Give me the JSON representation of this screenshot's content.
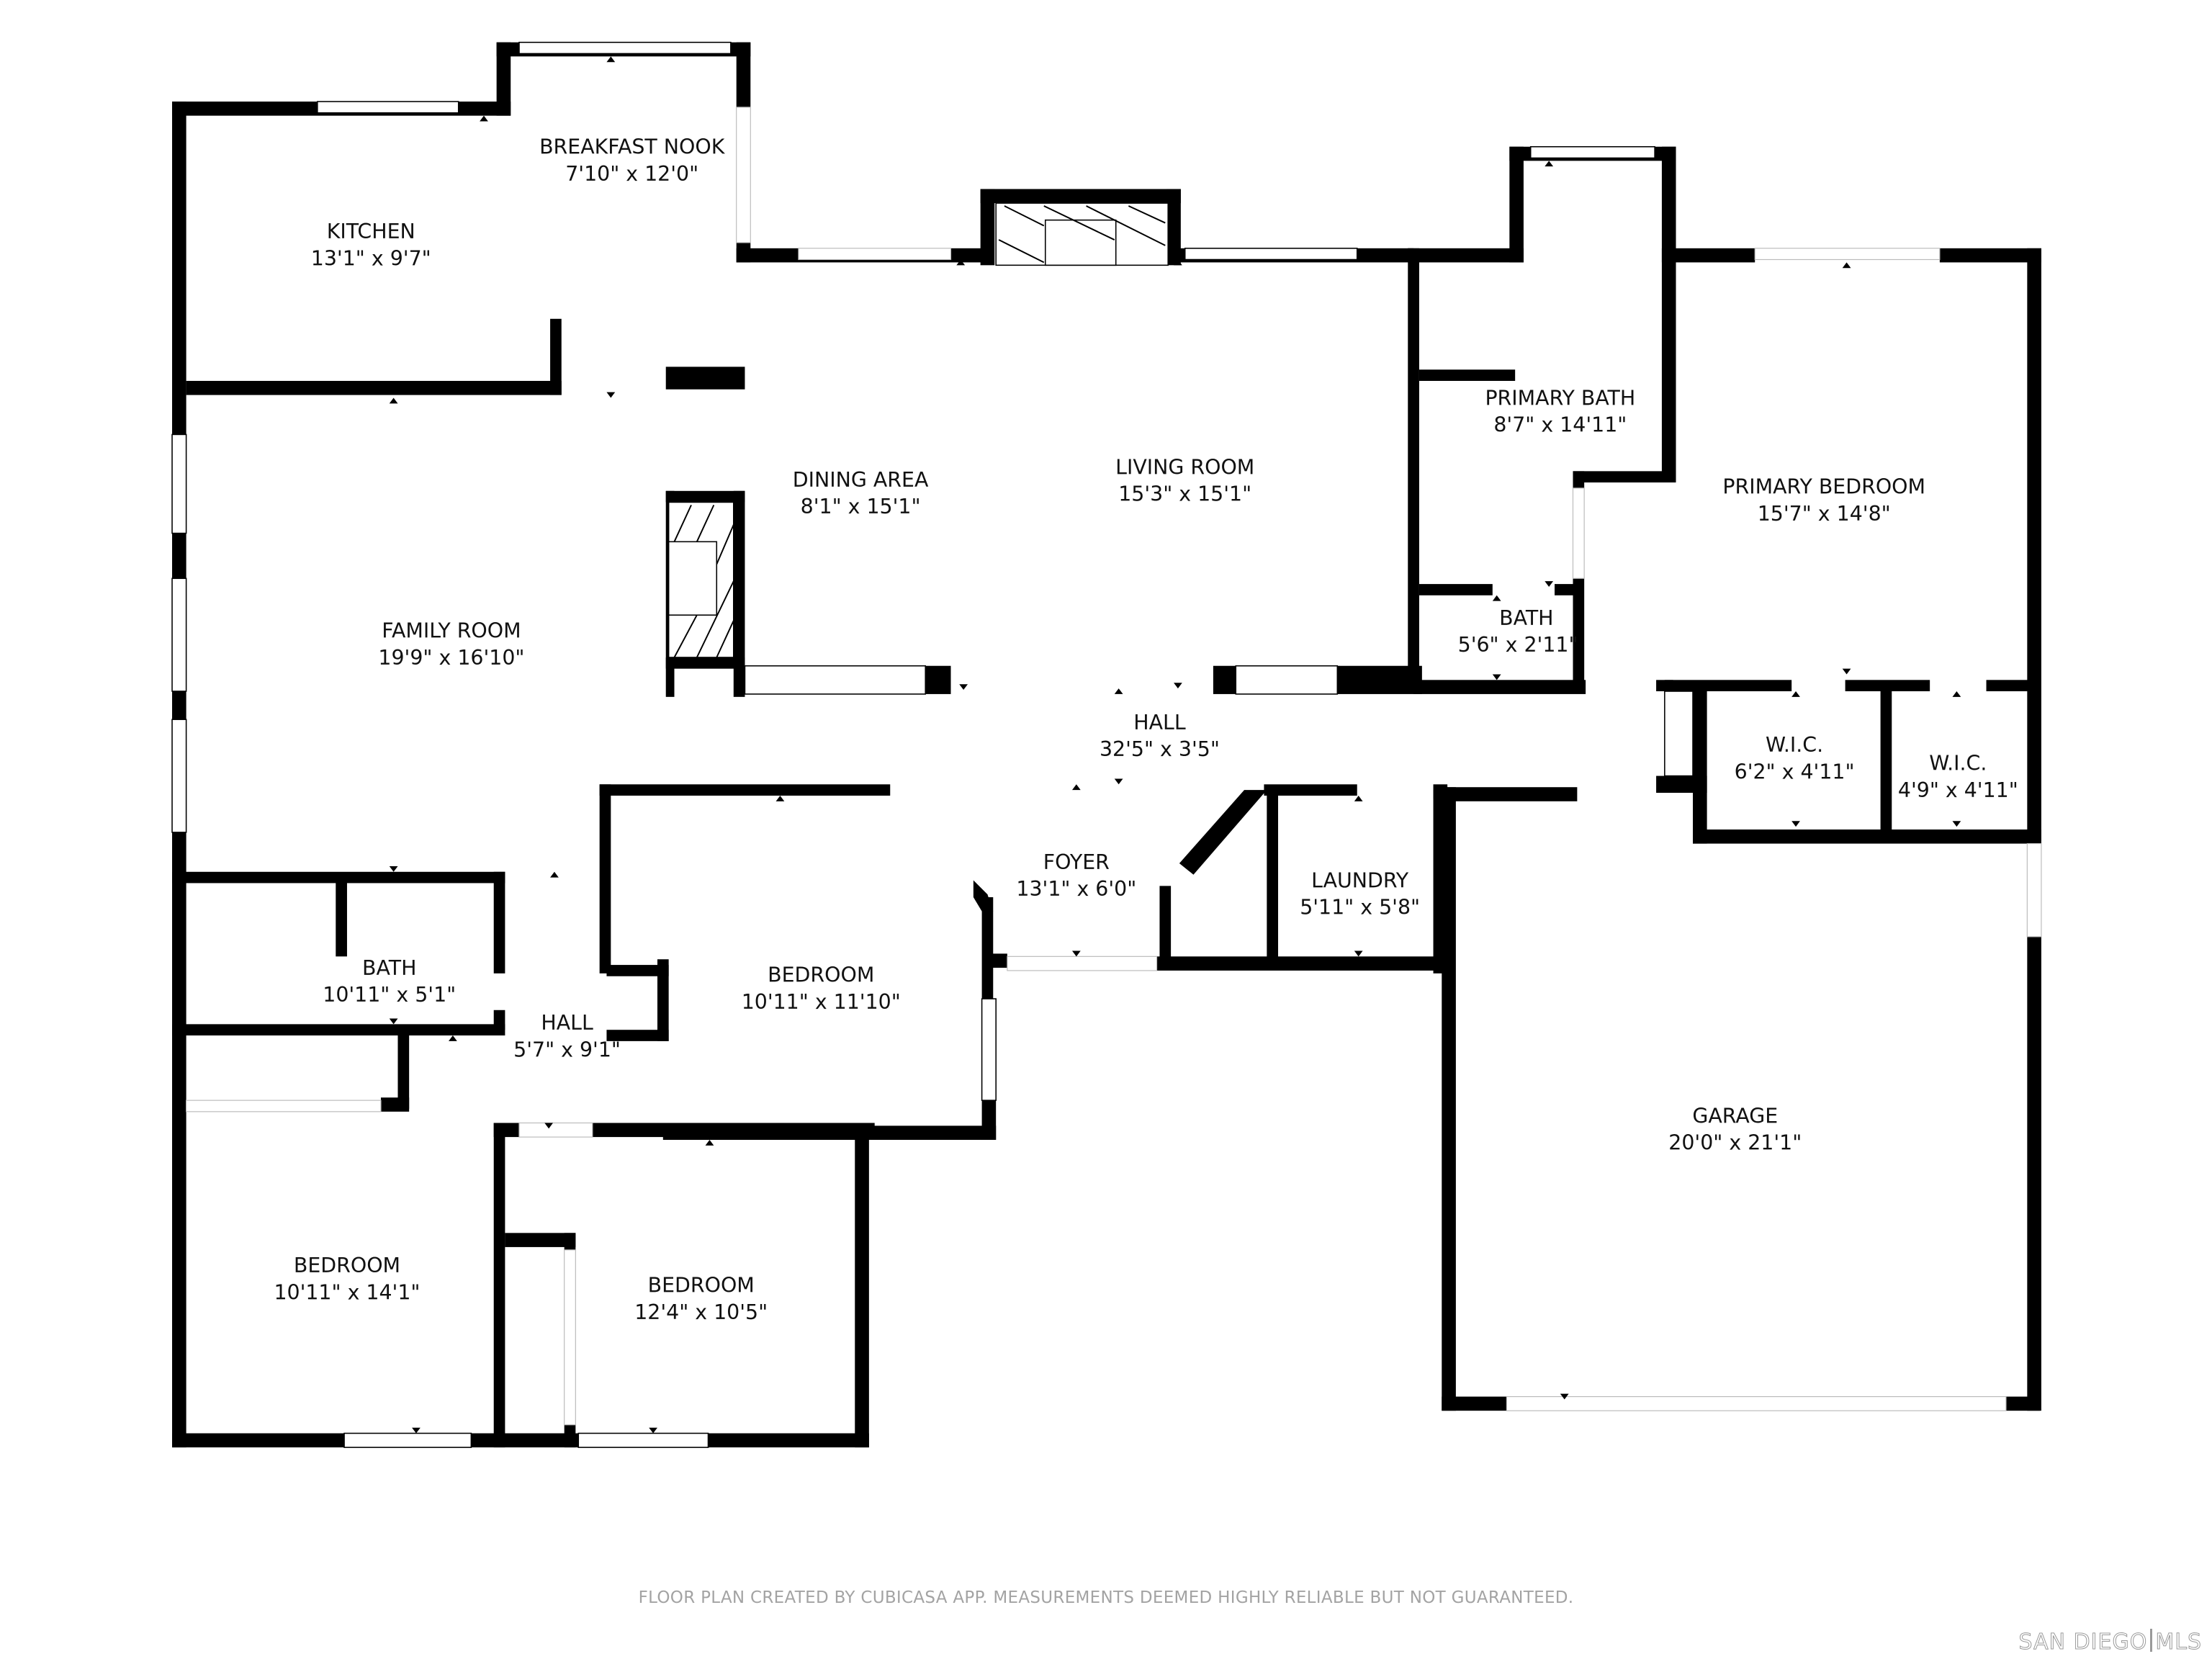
{
  "floorplan": {
    "rooms": [
      {
        "id": "kitchen",
        "name": "KITCHEN",
        "dims": "13'1\" x 9'7\""
      },
      {
        "id": "breakfast-nook",
        "name": "BREAKFAST NOOK",
        "dims": "7'10\" x 12'0\""
      },
      {
        "id": "dining-area",
        "name": "DINING AREA",
        "dims": "8'1\" x 15'1\""
      },
      {
        "id": "living-room",
        "name": "LIVING ROOM",
        "dims": "15'3\" x 15'1\""
      },
      {
        "id": "primary-bath",
        "name": "PRIMARY BATH",
        "dims": "8'7\" x 14'11\""
      },
      {
        "id": "primary-bedroom",
        "name": "PRIMARY BEDROOM",
        "dims": "15'7\" x 14'8\""
      },
      {
        "id": "bath-primary-small",
        "name": "BATH",
        "dims": "5'6\" x 2'11\""
      },
      {
        "id": "family-room",
        "name": "FAMILY ROOM",
        "dims": "19'9\" x 16'10\""
      },
      {
        "id": "hall-main",
        "name": "HALL",
        "dims": "32'5\" x 3'5\""
      },
      {
        "id": "wic-1",
        "name": "W.I.C.",
        "dims": "6'2\" x 4'11\""
      },
      {
        "id": "wic-2",
        "name": "W.I.C.",
        "dims": "4'9\" x 4'11\""
      },
      {
        "id": "foyer",
        "name": "FOYER",
        "dims": "13'1\" x 6'0\""
      },
      {
        "id": "laundry",
        "name": "LAUNDRY",
        "dims": "5'11\" x 5'8\""
      },
      {
        "id": "bath-hall",
        "name": "BATH",
        "dims": "10'11\" x 5'1\""
      },
      {
        "id": "hall-bedrooms",
        "name": "HALL",
        "dims": "5'7\" x 9'1\""
      },
      {
        "id": "bedroom-front",
        "name": "BEDROOM",
        "dims": "10'11\" x 11'10\""
      },
      {
        "id": "garage",
        "name": "GARAGE",
        "dims": "20'0\" x 21'1\""
      },
      {
        "id": "bedroom-sw",
        "name": "BEDROOM",
        "dims": "10'11\" x 14'1\""
      },
      {
        "id": "bedroom-s",
        "name": "BEDROOM",
        "dims": "12'4\" x 10'5\""
      }
    ]
  },
  "footer": {
    "disclaimer": "FLOOR PLAN CREATED BY CUBICASA APP. MEASUREMENTS DEEMED HIGHLY RELIABLE BUT NOT GUARANTEED.",
    "logo_left": "SAN DIEGO",
    "logo_right": "MLS"
  },
  "colors": {
    "wall": "#000000",
    "background": "#ffffff",
    "footer_text": "#a3a3a3"
  }
}
